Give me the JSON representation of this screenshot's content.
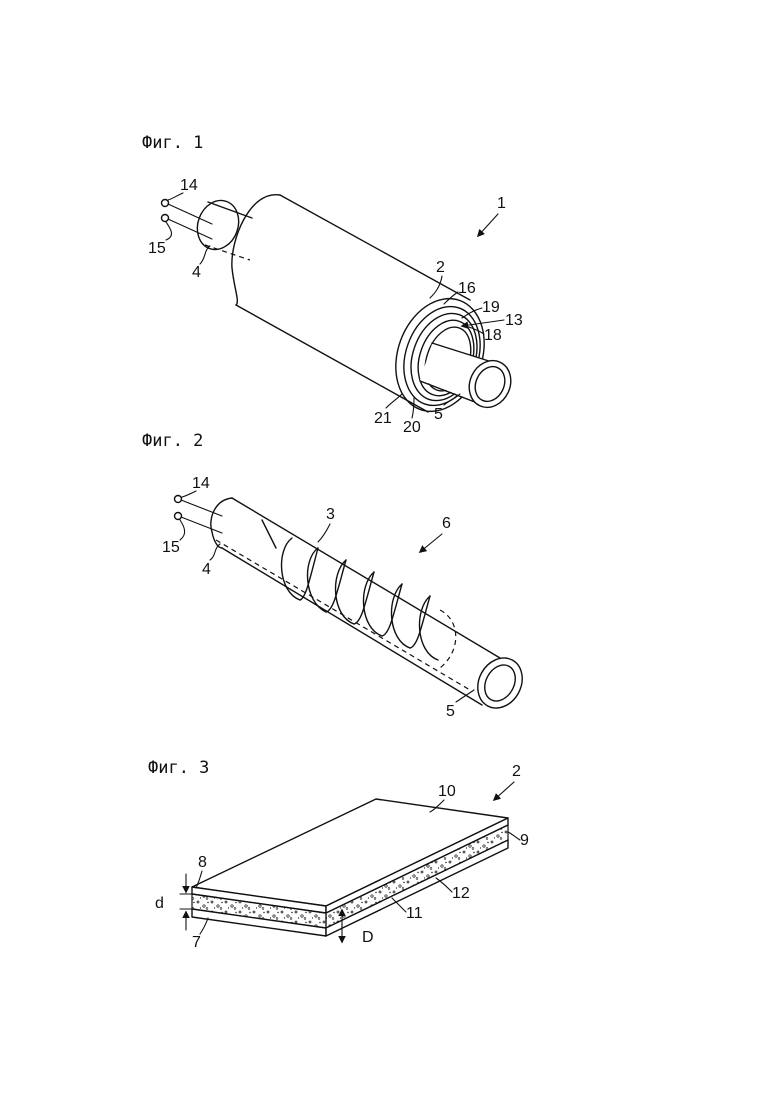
{
  "figures": [
    {
      "title": "Фиг. 1",
      "labels": [
        "14",
        "15",
        "4",
        "1",
        "2",
        "16",
        "19",
        "13",
        "18",
        "21",
        "20",
        "5"
      ]
    },
    {
      "title": "Фиг. 2",
      "labels": [
        "14",
        "15",
        "4",
        "3",
        "6",
        "5"
      ]
    },
    {
      "title": "Фиг. 3",
      "labels": [
        "2",
        "10",
        "9",
        "8",
        "12",
        "d",
        "11",
        "7",
        "D"
      ]
    }
  ]
}
